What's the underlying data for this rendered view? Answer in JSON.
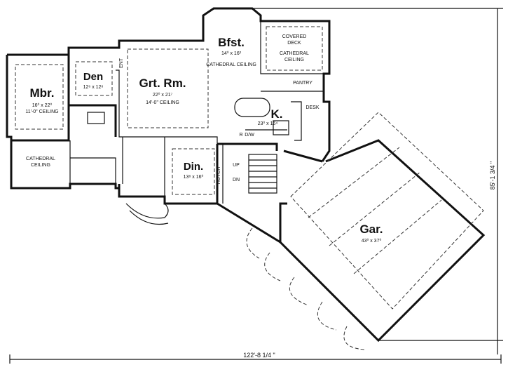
{
  "rooms": {
    "mbr": {
      "name": "Mbr.",
      "size": "16⁰ x 22⁰",
      "note": "11'-0\" CEILING"
    },
    "den": {
      "name": "Den",
      "size": "12⁶ x 12⁸"
    },
    "grt": {
      "name": "Grt. Rm.",
      "size": "22⁰ x 21⁷",
      "note": "14'-0\" CEILING"
    },
    "bfst": {
      "name": "Bfst.",
      "size": "14⁰ x 16²",
      "note": "CATHEDRAL CEILING"
    },
    "k": {
      "name": "K.",
      "size": "23⁰ x 16⁴"
    },
    "din": {
      "name": "Din.",
      "size": "13⁸ x 16⁰"
    },
    "gar": {
      "name": "Gar.",
      "size": "43⁰ x 37⁰"
    }
  },
  "labels": {
    "covered_deck_1": "COVERED",
    "covered_deck_2": "DECK",
    "deck_ceiling_1": "CATHEDRAL",
    "deck_ceiling_2": "CEILING",
    "pantry": "PANTRY",
    "desk": "DESK",
    "bath_ceiling_1": "CATHEDRAL",
    "bath_ceiling_2": "CEILING",
    "up": "UP",
    "dn": "DN",
    "hutch": "HUTCH",
    "dw": "D/W",
    "r": "R",
    "ent": "ENT"
  },
  "dimensions": {
    "width": "122'-8 1/4 \"",
    "depth": "85'-1 3/4 \""
  }
}
